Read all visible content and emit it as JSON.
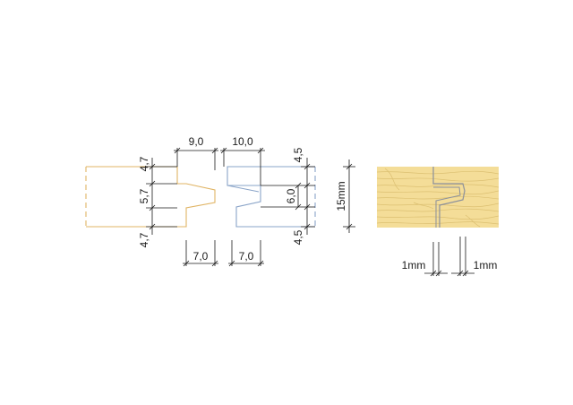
{
  "labels": {
    "tongue_top": "4,7",
    "tongue_mid": "5,7",
    "tongue_bottom": "4,7",
    "tongue_width_top": "9,0",
    "groove_width_top": "10,0",
    "groove_top": "4,5",
    "groove_mid": "6,0",
    "groove_bottom": "4,5",
    "board_thickness": "15mm",
    "tongue_width_bottom": "7,0",
    "groove_width_bottom": "7,0",
    "gap_left": "1mm",
    "gap_right": "1mm"
  },
  "colors": {
    "tongue_profile": "#e0b464",
    "groove_profile": "#8aa4c8",
    "wood_fill": "#f4dd98",
    "wood_grain": "#dcc072",
    "joint_line": "#8a8f9c",
    "dimension": "#1a1a1a"
  }
}
